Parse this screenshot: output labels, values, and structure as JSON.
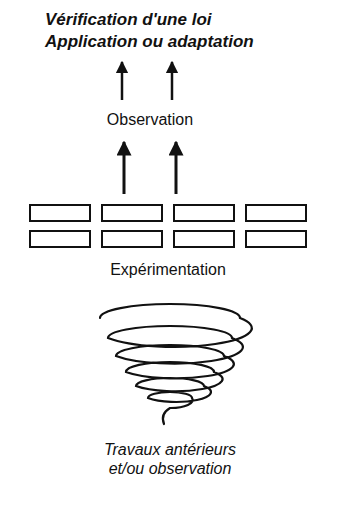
{
  "diagram": {
    "labels": [
      "Vérification d'une loi",
      "Application ou adaptation",
      "Observation",
      "Expérimentation",
      "Travaux antérieurs et/ou observation"
    ]
  }
}
